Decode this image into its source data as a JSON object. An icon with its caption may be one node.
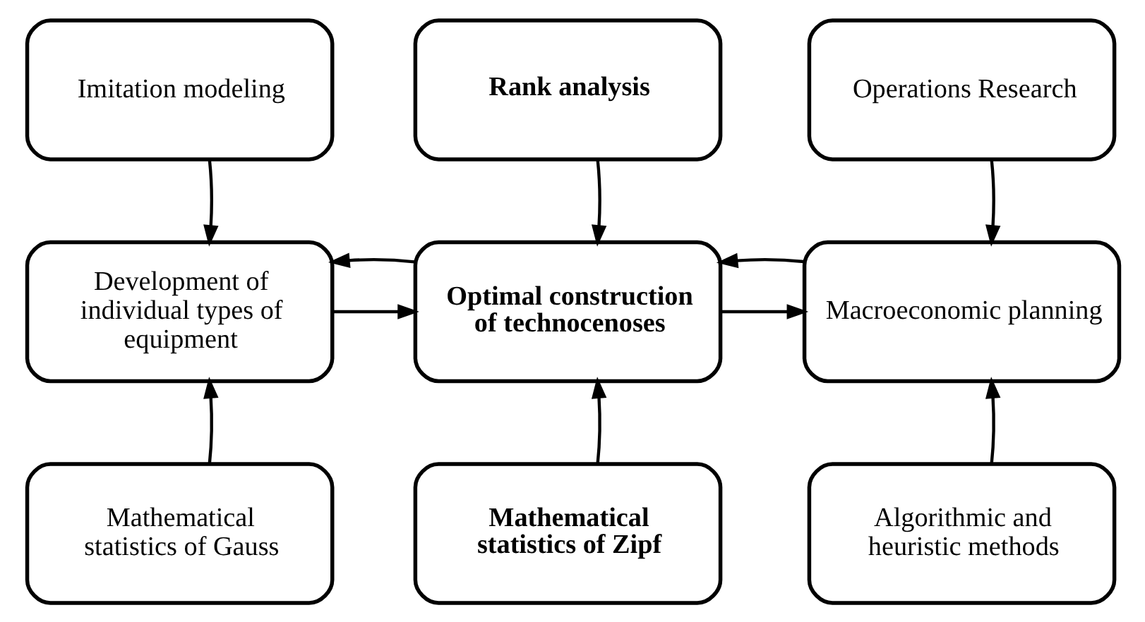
{
  "diagram": {
    "nodes": [
      {
        "text": [
          "Imitation modeling"
        ]
      },
      {
        "text": [
          "Rank analysis"
        ]
      },
      {
        "text": [
          "Operations Research"
        ]
      },
      {
        "text": [
          "Development of individual types of equipment"
        ]
      },
      {
        "text": [
          "Optimal construction of technocenoses"
        ]
      },
      {
        "text": [
          "Macroeconomic planning"
        ]
      },
      {
        "text": [
          "Mathematical statistics of Gauss"
        ]
      },
      {
        "text": [
          "Mathematical statistics of Zipf"
        ]
      },
      {
        "text": [
          "Algorithmic and heuristic methods"
        ]
      }
    ],
    "edges": [
      {
        "from": 0,
        "to": 3,
        "arrow": "to"
      },
      {
        "from": 1,
        "to": 4,
        "arrow": "to"
      },
      {
        "from": 2,
        "to": 5,
        "arrow": "to"
      },
      {
        "from": 3,
        "to": 4,
        "arrow": "to"
      },
      {
        "from": 4,
        "to": 3,
        "arrow": "to"
      },
      {
        "from": 4,
        "to": 5,
        "arrow": "to"
      },
      {
        "from": 5,
        "to": 4,
        "arrow": "to"
      },
      {
        "from": 6,
        "to": 3,
        "arrow": "to"
      },
      {
        "from": 7,
        "to": 4,
        "arrow": "to"
      },
      {
        "from": 8,
        "to": 5,
        "arrow": "to"
      }
    ]
  }
}
